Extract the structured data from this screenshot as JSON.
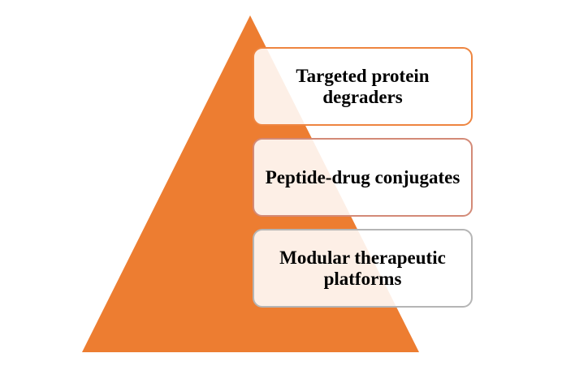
{
  "diagram": {
    "levels": [
      {
        "label": "Targeted protein degraders"
      },
      {
        "label": "Peptide-drug conjugates"
      },
      {
        "label": "Modular therapeutic platforms"
      }
    ],
    "colors": {
      "pyramid_fill": "#ed7d31",
      "box_fill": "#ffffff",
      "text": "#000000"
    }
  }
}
